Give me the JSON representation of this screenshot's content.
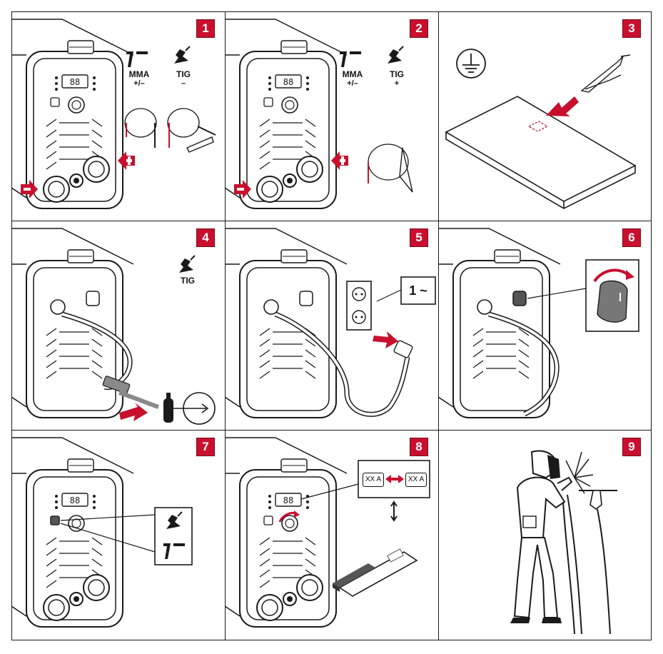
{
  "panels": [
    {
      "number": "1",
      "mma_label": "MMA",
      "mma_polarity": "+/–",
      "tig_label": "TIG",
      "tig_polarity": "–"
    },
    {
      "number": "2",
      "mma_label": "MMA",
      "mma_polarity": "+/–",
      "tig_label": "TIG",
      "tig_polarity": "+"
    },
    {
      "number": "3"
    },
    {
      "number": "4",
      "tig_label": "TIG"
    },
    {
      "number": "5",
      "phase_label": "1 ~"
    },
    {
      "number": "6"
    },
    {
      "number": "7"
    },
    {
      "number": "8",
      "current_left": "XX A",
      "current_right": "XX A"
    },
    {
      "number": "9"
    }
  ],
  "colors": {
    "accent": "#c8102e",
    "line": "#1a1a1a",
    "gray": "#8a8a8a",
    "background": "#ffffff"
  },
  "icons": [
    "minus-arrow-icon",
    "plus-arrow-icon",
    "electrode-holder-icon",
    "tig-torch-icon",
    "ground-symbol-icon",
    "gas-cylinder-icon",
    "wall-socket-icon",
    "welder-figure-icon"
  ]
}
